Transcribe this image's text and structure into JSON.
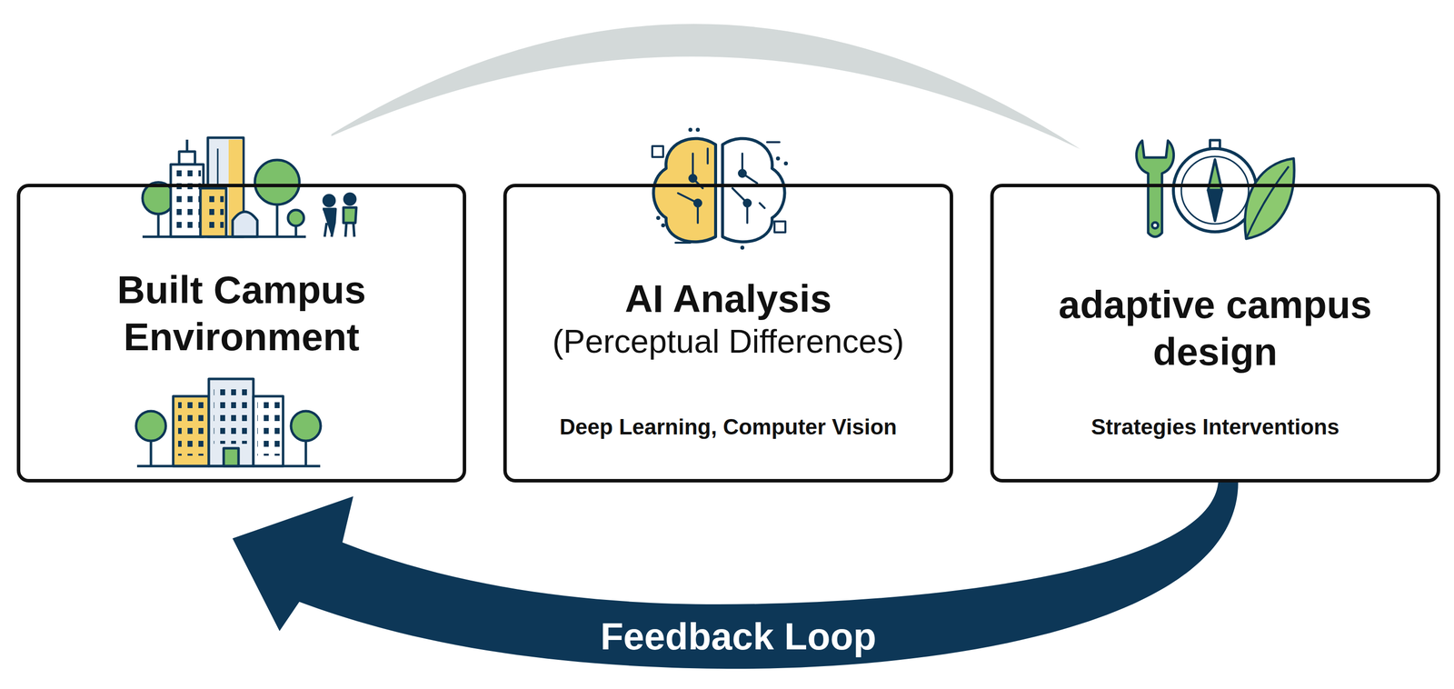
{
  "diagram": {
    "nodes": [
      {
        "text": [
          "Built Campus Environment"
        ]
      },
      {
        "text": [
          "AI Analysis",
          "(Perceptual Differences)",
          "Deep Learning, Computer Vision"
        ]
      },
      {
        "text": [
          "adaptive campus design",
          "Strategies Interventions"
        ]
      }
    ],
    "edges": [
      {
        "from": 2,
        "to": 0,
        "arrow": "to",
        "label": "Feedback Loop"
      },
      {
        "from": 0,
        "to": 2,
        "arrow": "none"
      }
    ]
  }
}
